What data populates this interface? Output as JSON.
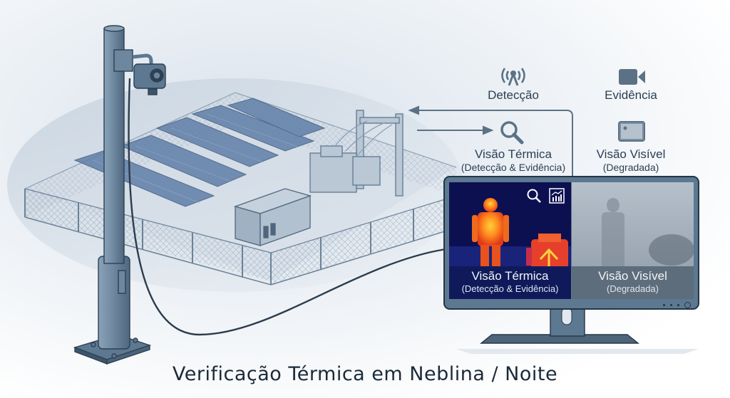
{
  "title": "Verificação Térmica em Neblina / Noite",
  "legend": {
    "detection": {
      "label": "Detecção",
      "icon": "antenna-signal-icon"
    },
    "evidence": {
      "label": "Evidência",
      "icon": "video-camera-icon"
    },
    "thermal": {
      "label": "Visão Térmica",
      "sublabel": "(Detecção & Evidência)",
      "icon": "magnifier-icon"
    },
    "visible": {
      "label": "Visão Visível",
      "sublabel": "(Degradada)",
      "icon": "image-icon"
    }
  },
  "monitor": {
    "thermal_panel": {
      "label": "Visão Térmica",
      "sublabel": "(Detecção & Evidência)",
      "icons": [
        "magnifier-icon",
        "chart-icon"
      ]
    },
    "visible_panel": {
      "label": "Visão Visível",
      "sublabel": "(Degradada)"
    },
    "indicator_dots": 3,
    "power_button": "power-button"
  },
  "scene": {
    "elements": [
      "camera-pole",
      "ptz-camera",
      "perimeter-fence",
      "solar-panel-array",
      "electrical-cabinet",
      "transformer-substation",
      "signal-cable"
    ]
  },
  "colors": {
    "ink": "#2b3e52",
    "steel": "#5d7891",
    "steel_dark": "#2f4558",
    "thermal_bg": "#0d1050",
    "thermal_hot": "#ff7a1a",
    "fog": "#9aa7b4",
    "accent_arrow": "#5b7286"
  }
}
